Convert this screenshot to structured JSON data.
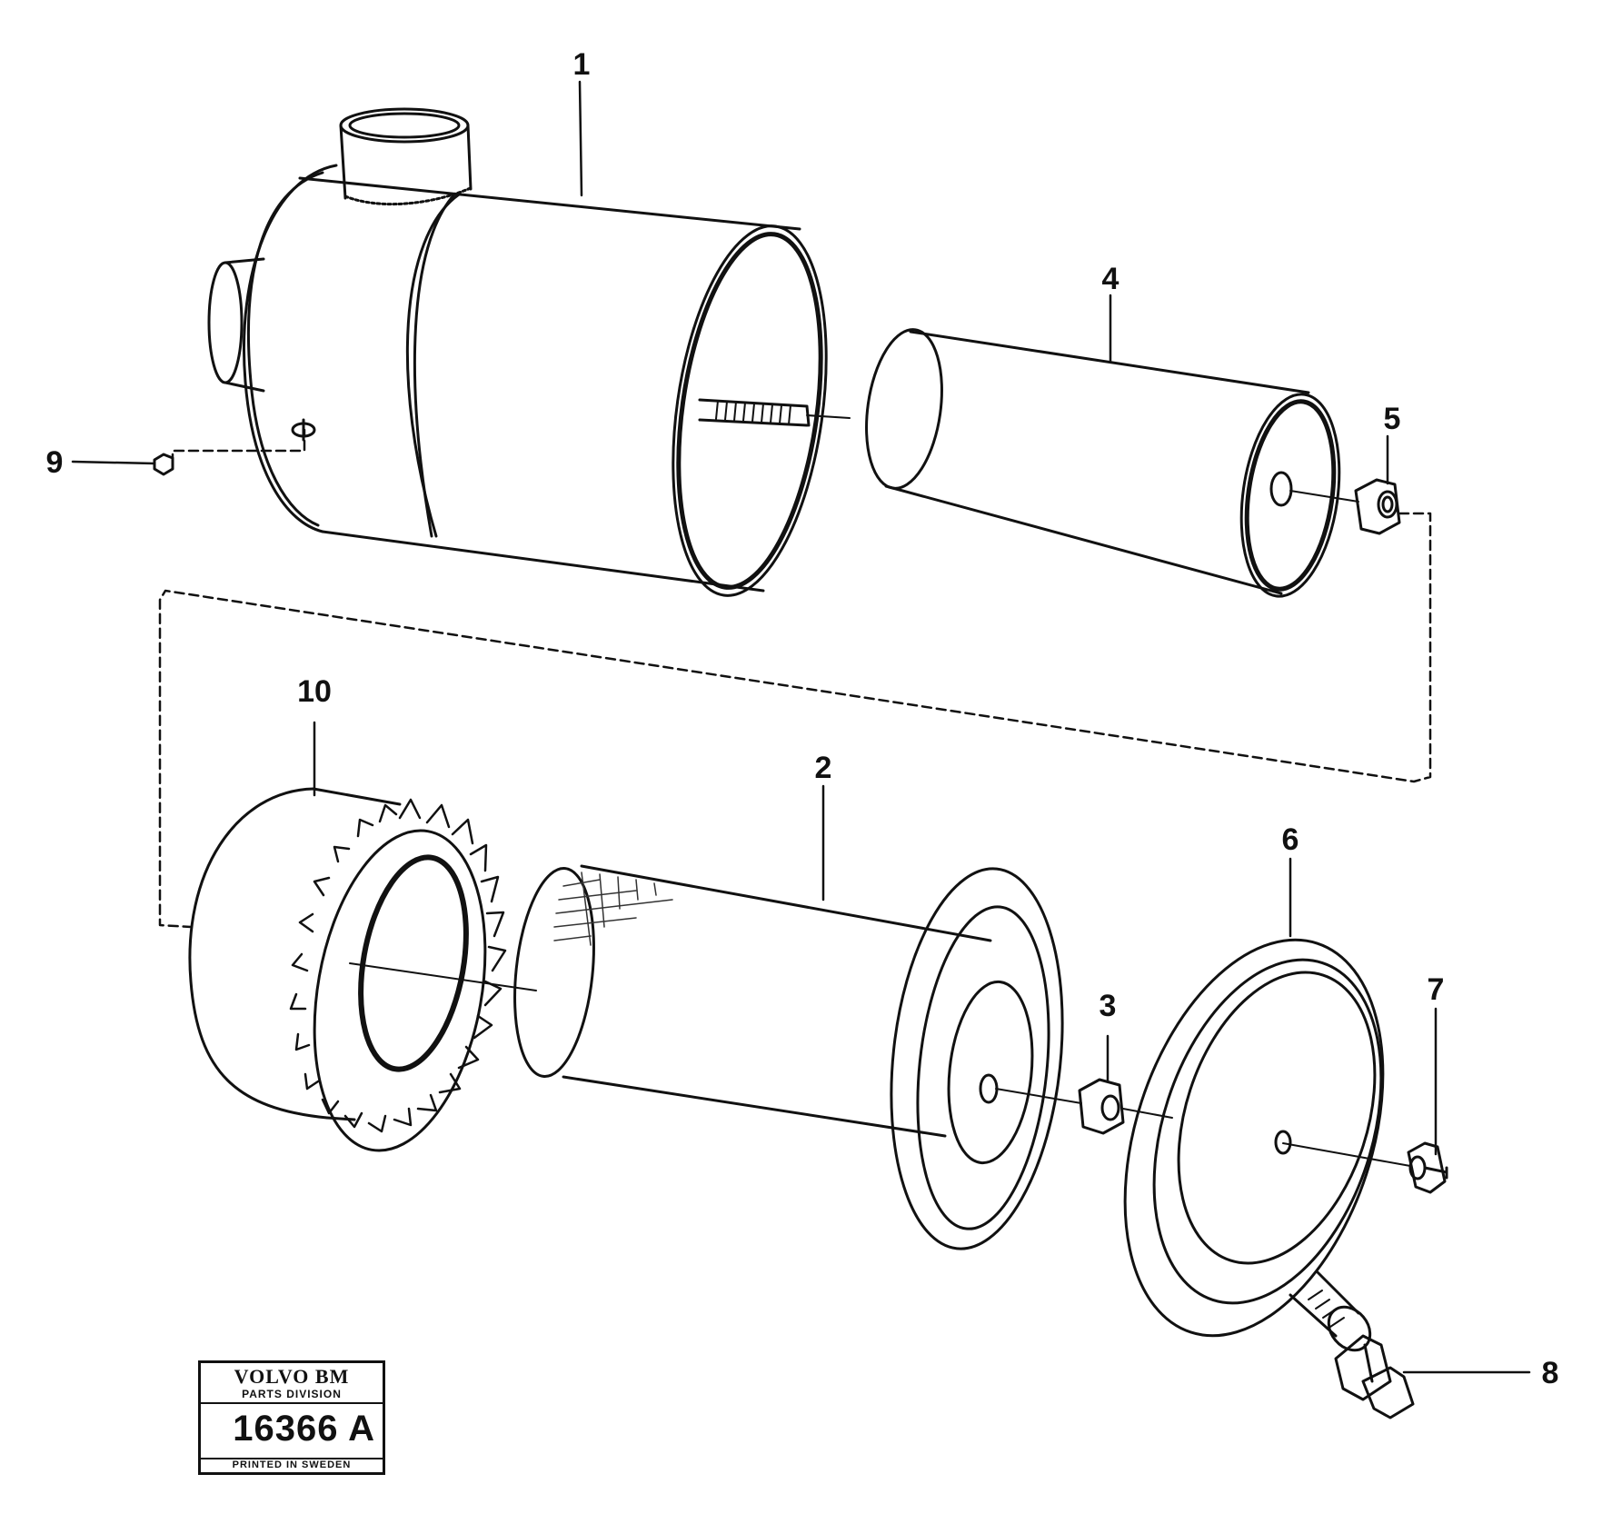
{
  "callouts": {
    "c1": "1",
    "c2": "2",
    "c3": "3",
    "c4": "4",
    "c5": "5",
    "c6": "6",
    "c7": "7",
    "c8": "8",
    "c9": "9",
    "c10": "10"
  },
  "stamp": {
    "brand": "VOLVO BM",
    "division": "PARTS DIVISION",
    "number": "16366 A",
    "printed": "PRINTED IN SWEDEN"
  }
}
